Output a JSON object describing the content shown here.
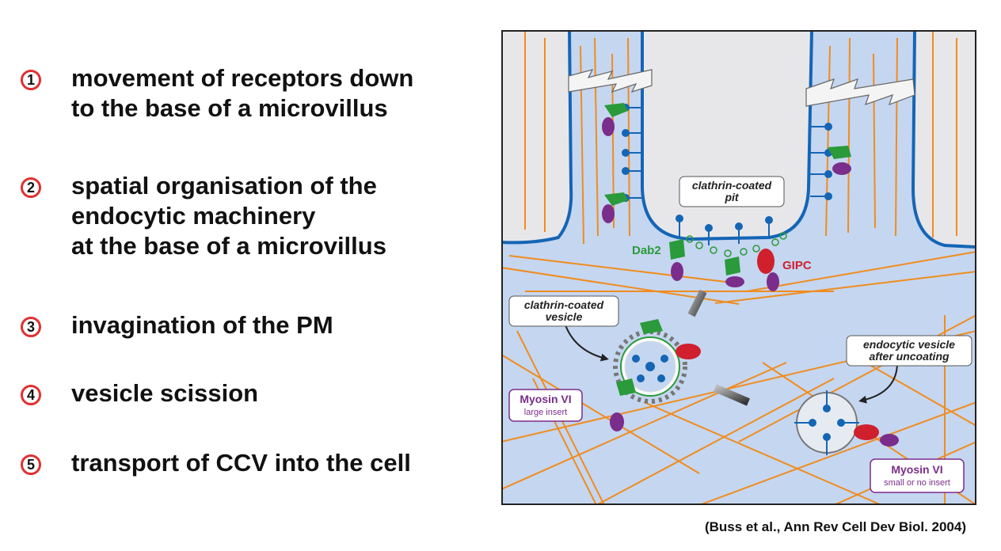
{
  "steps": [
    {
      "num": "1",
      "lines": [
        "movement of receptors down",
        "to the base of a microvillus"
      ]
    },
    {
      "num": "2",
      "lines": [
        "spatial organisation of the",
        "endocytic machinery",
        "at the base of a microvillus"
      ]
    },
    {
      "num": "3",
      "lines": [
        "invagination of the PM"
      ]
    },
    {
      "num": "4",
      "lines": [
        "vesicle scission"
      ]
    },
    {
      "num": "5",
      "lines": [
        "transport of CCV into the cell"
      ]
    }
  ],
  "figure": {
    "pit_label": [
      "clathrin-coated",
      "pit"
    ],
    "vesicle_label": [
      "clathrin-coated",
      "vesicle"
    ],
    "uncoated_label": [
      "endocytic vesicle",
      "after uncoating"
    ],
    "dab2": "Dab2",
    "gipc": "GIPC",
    "myosin_large": [
      "Myosin VI",
      "large insert"
    ],
    "myosin_small": [
      "Myosin VI",
      "small or no insert"
    ]
  },
  "citation": "(Buss et al., Ann Rev Cell Dev Biol. 2004)",
  "colors": {
    "cytoplasm": "#c5d6f0",
    "membrane": "#1565b5",
    "actin": "#f08c1e",
    "myosin": "#7b2d8b",
    "adaptor": "#2a9a3a",
    "gipc": "#d0202e",
    "clathrin": "#777777",
    "step_circle": "#e03030"
  }
}
